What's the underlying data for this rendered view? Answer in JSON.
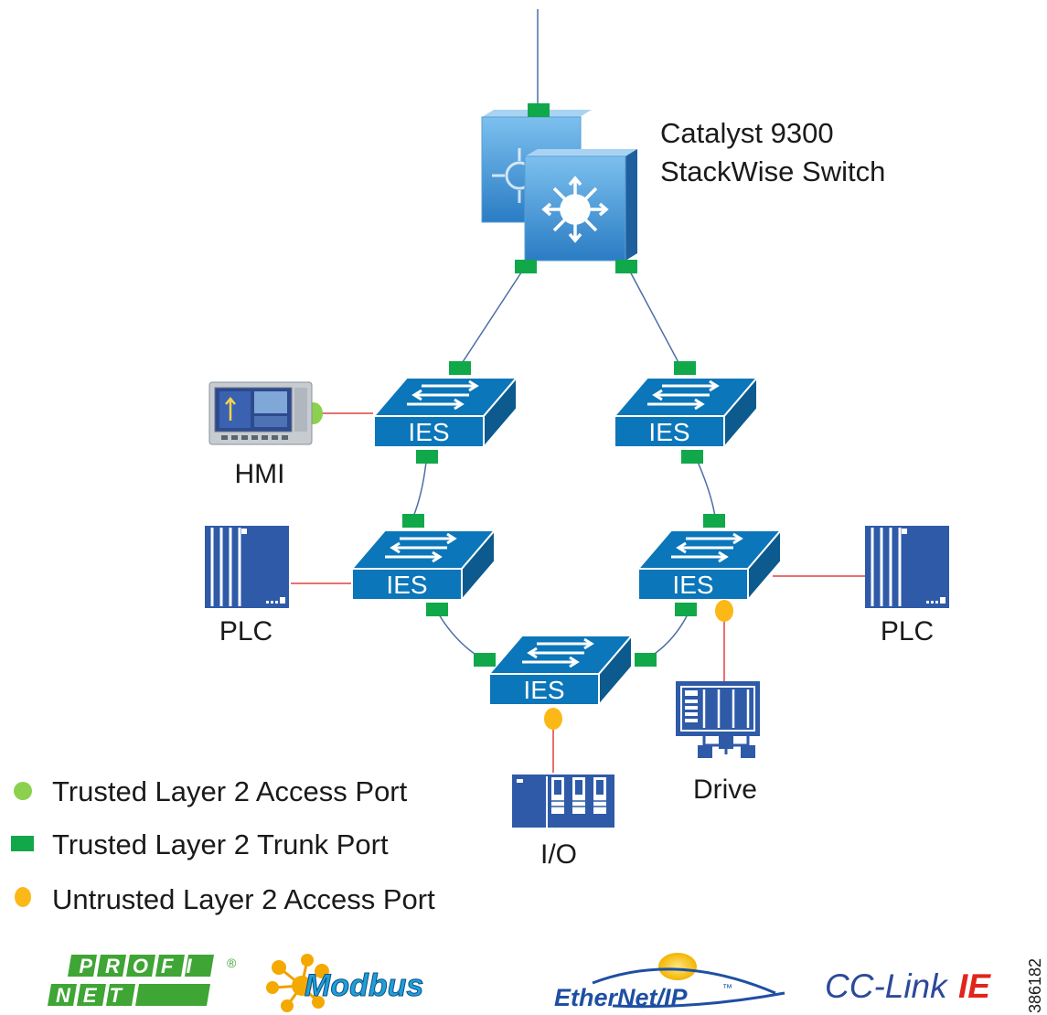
{
  "core_switch": {
    "label_line1": "Catalyst 9300",
    "label_line2": "StackWise Switch"
  },
  "switch_label": "IES",
  "devices": {
    "hmi": "HMI",
    "plc_left": "PLC",
    "plc_right": "PLC",
    "io": "I/O",
    "drive": "Drive"
  },
  "legend": {
    "items": [
      {
        "shape": "circle",
        "color": "#8bd14f",
        "label": "Trusted Layer 2 Access Port"
      },
      {
        "shape": "square",
        "color": "#11a84a",
        "label": "Trusted Layer 2 Trunk Port"
      },
      {
        "shape": "circle",
        "color": "#fbb817",
        "label": "Untrusted Layer 2 Access Port"
      }
    ]
  },
  "logos": {
    "profinet_top": "PROFI",
    "profinet_bottom": "NET",
    "profinet_reg": "®",
    "modbus": "Modbus",
    "ethernet_ip": "EtherNet/IP",
    "ethernet_ip_tm": "™",
    "cclink_main": "CC-Link",
    "cclink_ie": "IE"
  },
  "figure_id": "386182",
  "colors": {
    "switch_blue": "#0b76b9",
    "switch_dark": "#0c5a8e",
    "core_blue": "#3a8fd0",
    "device_blue": "#2e5aa8",
    "link_blue": "#4c6fa6",
    "link_red": "#e04040",
    "trunk_green": "#11a84a",
    "access_green": "#8bd14f",
    "untrusted_orange": "#fbb817"
  }
}
